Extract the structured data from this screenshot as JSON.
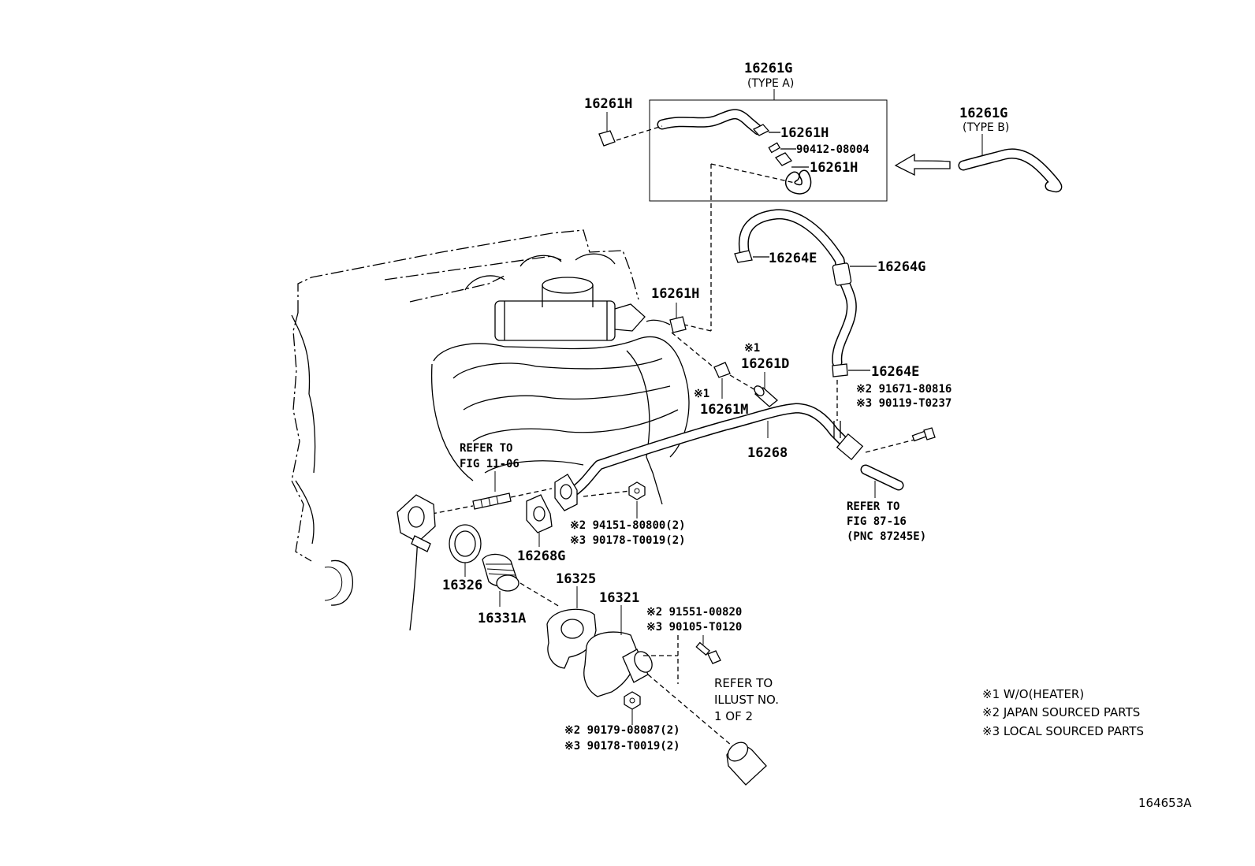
{
  "labels": {
    "g_top": "16261G",
    "type_a": "(TYPE A)",
    "h_left": "16261H",
    "h_mid1": "16261H",
    "bolt_top": "90412-08004",
    "h_mid2": "16261H",
    "g_right": "16261G",
    "type_b": "(TYPE B)",
    "e_top": "16264E",
    "g_hose": "16264G",
    "h_engine": "16261H",
    "d_mark": "※1",
    "d_part": "16261D",
    "e_bottom": "16264E",
    "bolt2": "※2 91671-80816",
    "bolt3": "※3 90119-T0237",
    "m_mark": "※1",
    "m_part": "16261M",
    "pipe": "16268",
    "refer1_a": "REFER TO",
    "refer1_b": "FIG 11-06",
    "refer2_a": "REFER TO",
    "refer2_b": "FIG 87-16",
    "refer2_c": "(PNC 87245E)",
    "nut2": "※2 94151-80800(2)",
    "nut3": "※3 90178-T0019(2)",
    "gasket_g": "16268G",
    "seal": "16326",
    "gasket_325": "16325",
    "thermostat": "16331A",
    "housing": "16321",
    "bolt_b2": "※2 91551-00820",
    "bolt_b3": "※3 90105-T0120",
    "refer3_a": "REFER TO",
    "refer3_b": "ILLUST NO.",
    "refer3_c": "1 OF 2",
    "nut_b2": "※2 90179-08087(2)",
    "nut_b3": "※3 90178-T0019(2)"
  },
  "legend": [
    "※1 W/O(HEATER)",
    "※2 JAPAN SOURCED PARTS",
    "※3 LOCAL SOURCED PARTS"
  ],
  "illustration_id": "164653A"
}
